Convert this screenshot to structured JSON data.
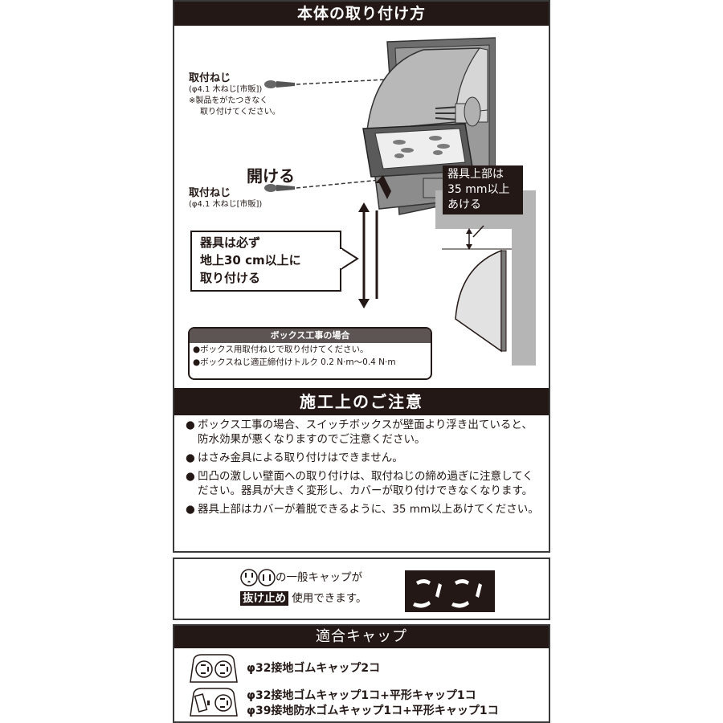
{
  "install": {
    "title": "本体の取り付け方",
    "screw_top": {
      "label": "取付ねじ",
      "spec": "(φ4.1 木ねじ[市販])",
      "note_line1": "※製品をがたつきなく",
      "note_line2": "取り付けてください。"
    },
    "open_label": "開ける",
    "screw_bottom": {
      "label": "取付ねじ",
      "spec": "(φ4.1 木ねじ[市販])"
    },
    "height_callout": {
      "line1": "器具は必ず",
      "line2": "地上30 cm以上に",
      "line3": "取り付ける"
    },
    "clearance_callout": {
      "line1": "器具上部は",
      "line2": "35 mm以上",
      "line3": "あける"
    },
    "box_work": {
      "title": "ボックス工事の場合",
      "items": [
        "●ボックス用取付ねじで取り付けてください。",
        "●ボックスねじ適正締付けトルク 0.2 N·m〜0.4 N·m"
      ]
    }
  },
  "cautions": {
    "title": "施工上のご注意",
    "items": [
      {
        "bullet": "●",
        "text": "ボックス工事の場合、スイッチボックスが壁面より浮き出ていると、防水効果が悪くなりますのでご注意ください。"
      },
      {
        "bullet": "●",
        "text": "はさみ金具による取り付けはできません。"
      },
      {
        "bullet": "●",
        "text": "凹凸の激しい壁面への取り付けは、取付ねじの締め過ぎに注意してください。器具が大きく変形し、カバーが取り付けできなくなります。"
      },
      {
        "bullet": "●",
        "text": "器具上部はカバーが着脱できるように、35 mm以上あけてください。"
      }
    ]
  },
  "cap_notice": {
    "line1_suffix": "の一般キャップが",
    "badge": "抜け止め",
    "line2_suffix": "使用できます。",
    "icons": [
      "grounded-outlet-icon",
      "two-prong-outlet-icon"
    ]
  },
  "compatible_caps": {
    "title": "適合キャップ",
    "rows": [
      {
        "lines": [
          "φ32接地ゴムキャップ2コ"
        ]
      },
      {
        "lines": [
          "φ32接地ゴムキャップ1コ+平形キャップ1コ",
          "φ39接地防水ゴムキャップ1コ+平形キャップ1コ"
        ]
      }
    ]
  },
  "colors": {
    "header_bg": "#231815",
    "header_text": "#ffffff",
    "subheader_bg": "#5c5553",
    "border": "#3a3a3a",
    "illustration_gray": "#8a8a8a",
    "wall_gray": "#b5b5b5"
  }
}
